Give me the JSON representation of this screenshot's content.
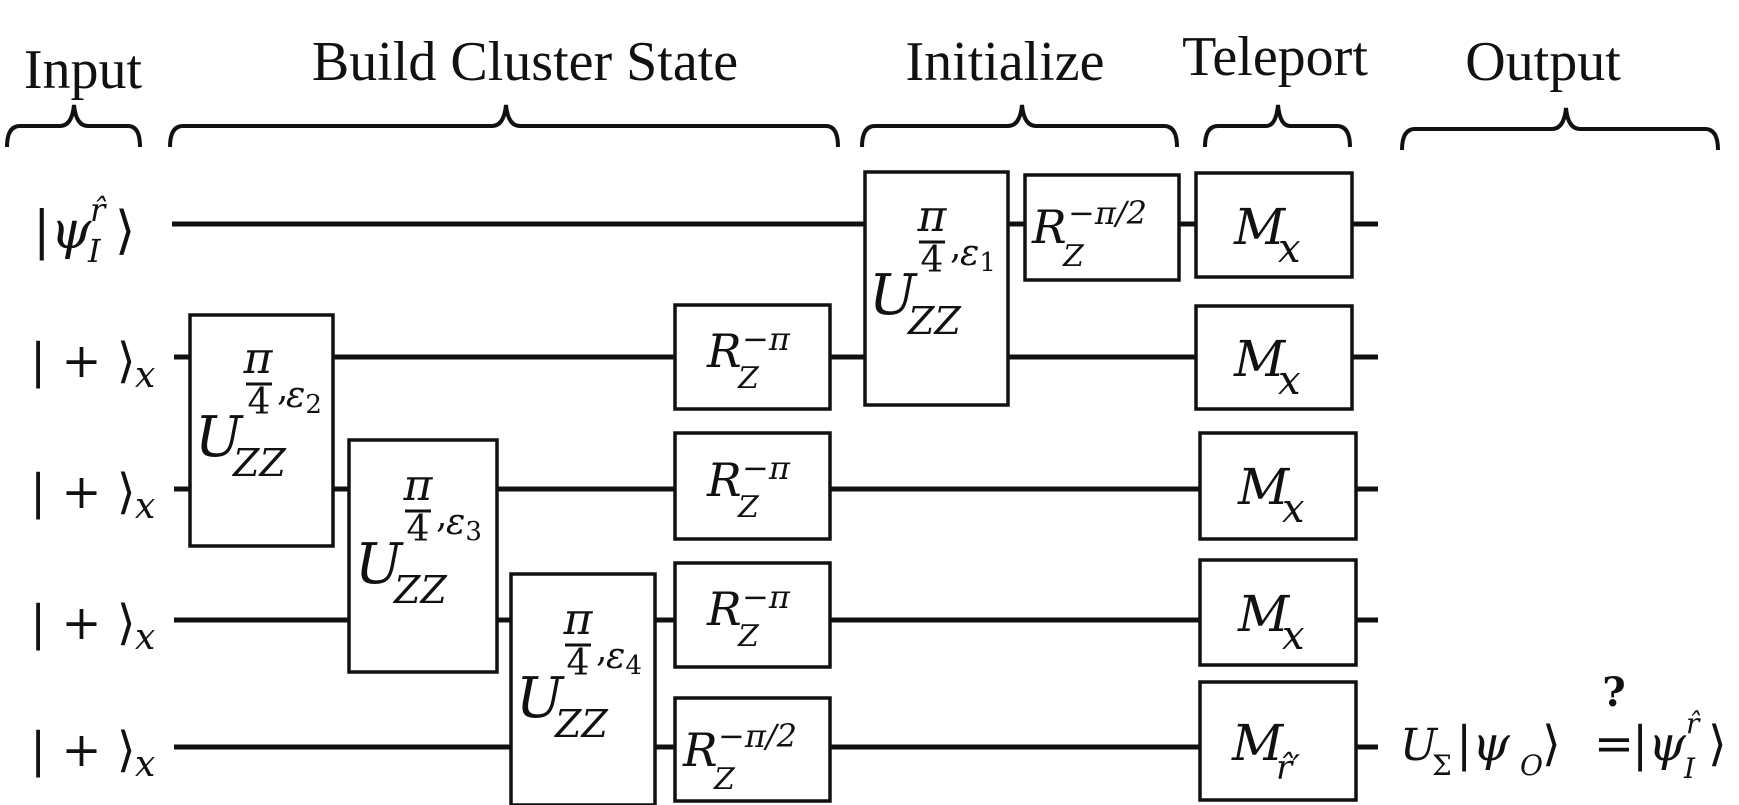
{
  "sections": {
    "input": "Input",
    "build": "Build Cluster State",
    "initialize": "Initialize",
    "teleport": "Teleport",
    "output": "Output"
  },
  "inputs": {
    "q1": {
      "ket_open": "|",
      "psi": "ψ",
      "sub": "I",
      "sup": "r̂",
      "ket_close": "⟩"
    },
    "plus": {
      "ket": "| + ⟩",
      "sub": "x"
    }
  },
  "gates": {
    "uzz_letter": "U",
    "uzz_sub": "ZZ",
    "uzz_frac_num": "π",
    "uzz_frac_den": "4",
    "uzz_comma": ",",
    "eps_letter": "ε",
    "eps_indices": [
      "1",
      "2",
      "3",
      "4"
    ],
    "rz_letter": "R",
    "rz_sub": "Z",
    "rz_minus_pi": "−π",
    "rz_minus_pi_half": "−π/2",
    "mx_letter": "M",
    "mx_sub": "x",
    "mr_sub": "r̂′"
  },
  "output": {
    "u_letter": "U",
    "u_sub": "Σ",
    "ket_psi_o_open": "|ψ",
    "o_sub": "O",
    "ket_close": "⟩",
    "eq": "=",
    "question": "?",
    "ket_psi_open": "|ψ",
    "psi_sub": "I",
    "psi_sup": "r̂",
    "psi_close": "⟩"
  }
}
